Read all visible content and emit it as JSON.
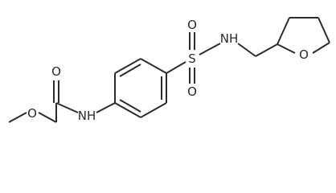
{
  "molecule": {
    "atom_labels": {
      "methoxy_o": "O",
      "carbonyl_o": "O",
      "carbamate_nh": "NH",
      "sulfur": "S",
      "sulfonyl_o_top": "O",
      "sulfonyl_o_bottom": "O",
      "sulfonamide_nh": "NH",
      "ring_o": "O"
    }
  }
}
